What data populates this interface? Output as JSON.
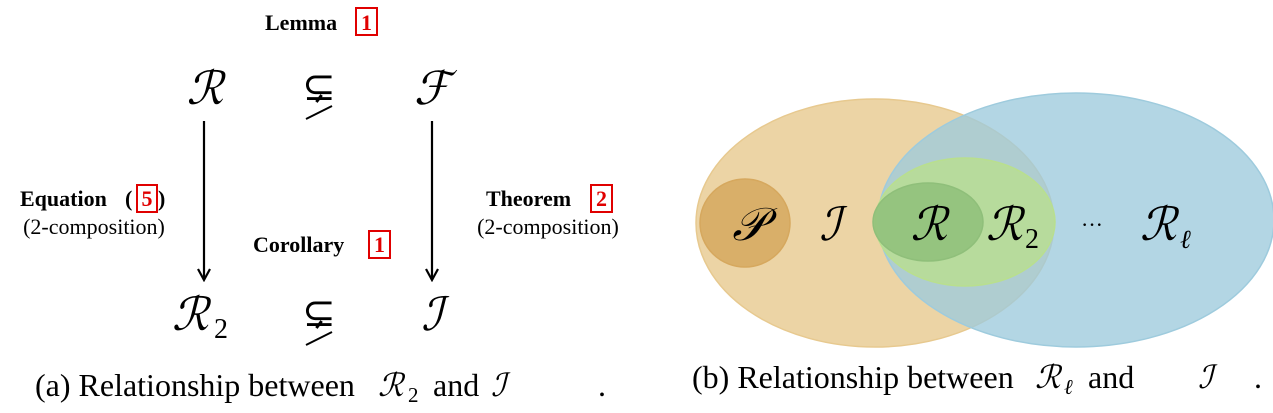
{
  "panel_a": {
    "lemma_label": "Lemma",
    "lemma_ref": "1",
    "set_r": "ℛ",
    "set_f": "ℱ",
    "set_r2_base": "ℛ",
    "set_r2_sub": "2",
    "set_i": "ℐ",
    "subset_neq_symbol": "⊊",
    "equation_label": "Equation",
    "equation_ref": "5",
    "equation_close": ")",
    "equation_open": "(",
    "equation_note": "(2-composition)",
    "corollary_label": "Corollary",
    "corollary_ref": "1",
    "theorem_label": "Theorem",
    "theorem_ref": "2",
    "theorem_note": "(2-composition)",
    "caption_prefix": "(a) Relationship between",
    "caption_sym1_base": "ℛ",
    "caption_sym1_sub": "2",
    "caption_and": "and",
    "caption_sym2": "ℐ",
    "caption_end": "."
  },
  "panel_b": {
    "label_p": "𝒫",
    "label_i": "ℐ",
    "label_r": "ℛ",
    "label_r2_base": "ℛ",
    "label_r2_sub": "2",
    "label_dots": "···",
    "label_rl_base": "ℛ",
    "label_rl_sub": "ℓ",
    "caption_prefix": "(b) Relationship between",
    "caption_sym1_base": "ℛ",
    "caption_sym1_sub": "ℓ",
    "caption_and": "and",
    "caption_sym2": "ℐ",
    "caption_end": ".",
    "colors": {
      "set_i_fill": "#e7c98f",
      "set_rl_fill": "#9ecbdd",
      "set_r2_fill": "#b9df8e",
      "set_r_fill": "#8fbf7a",
      "set_p_fill": "#d6a85e"
    }
  }
}
